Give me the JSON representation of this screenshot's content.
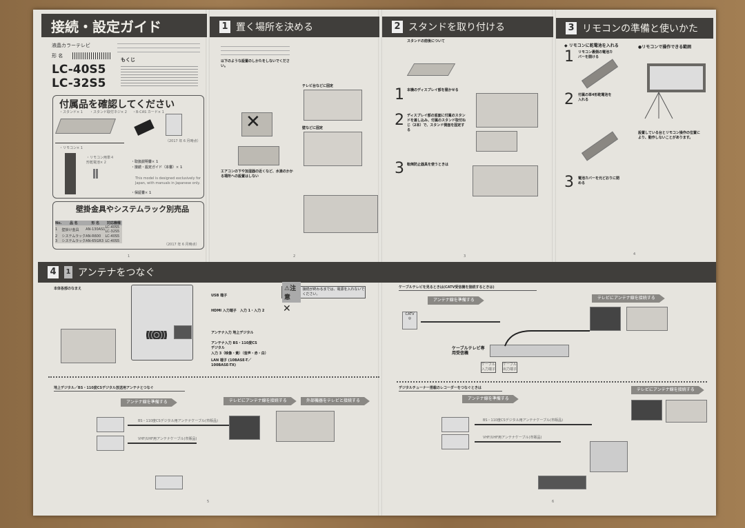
{
  "guide_title": "接続・設定ガイド",
  "product_type": "液晶カラーテレビ",
  "model_label": "形 名",
  "models": [
    "LC-40S5",
    "LC-32S5"
  ],
  "toc_title": "もくじ",
  "accessories": {
    "title": "付属品を確認してください",
    "items": [
      "・スタンド× 1",
      "・スタンド取付ネジ× 2",
      "・B-CAS カード× 1",
      "・リモコン× 1",
      "・リモコン用単４形乾電池× 2",
      "・取扱説明書× 1",
      "・接続・設定ガイド（本書）× 1",
      "・保証書× 1"
    ],
    "date_note": "（2017 年 6 月時点）",
    "english_note": "This model is designed exclusively for Japan, with manuals in Japanese only."
  },
  "options": {
    "title": "壁掛金具やシステムラック別売品",
    "headers": [
      "No.",
      "品 名",
      "形 名",
      "対応機種"
    ],
    "rows": [
      [
        "1",
        "壁掛け金具",
        "AN-130AS1",
        "LC-40S5 LC-32S5"
      ],
      [
        "2",
        "システムラック",
        "AN-R600",
        "LC-40S5"
      ],
      [
        "3",
        "システムラック",
        "AN-65GR3",
        "LC-40S5"
      ]
    ],
    "date": "（2017 年 6 月時点）"
  },
  "sections": [
    {
      "num": "1",
      "title": "置く場所を決める",
      "sub": [
        "以下のような設置のしかたをしないでください。",
        "テレビ台などに固定",
        "壁などに固定",
        "エアコンの下や加湿器の近くなど、水滴のかかる場所への設置はしない"
      ]
    },
    {
      "num": "2",
      "title": "スタンドを取り付ける",
      "sub": [
        "スタンドの前後について",
        "本機のディスプレイ部を寝かせる",
        "ディスプレイ部の底面に付属のスタンドを差し込み、付属のスタンド取付ねじ（2本）で、スタンド側面を固定する",
        "転倒防止器具を使うときは"
      ]
    },
    {
      "num": "3",
      "title": "リモコンの準備と使いかた",
      "sub": [
        "◆ リモコンに乾電池を入れる",
        "リモコン裏側の電池カバーを開ける",
        "付属の単4形乾電池を入れる",
        "電池カバーを元どおりに閉める",
        "●リモコンで操作できる範囲",
        "設置している台とリモコン操作の位置により、動作しないことがあります。"
      ]
    }
  ],
  "page_numbers": [
    "1",
    "2",
    "3",
    "4",
    "5",
    "6"
  ],
  "antenna": {
    "num": "4",
    "subnum": "1",
    "title": "アンテナをつなぐ",
    "rear_title": "本体各部のなまえ",
    "caution": {
      "label": "注意",
      "text": "接続が終わるまでは、電源を入れないでください。"
    },
    "ports": [
      "USB 端子",
      "HDMI 入力端子　入力 1・入力 2",
      "アンテナ入力 地上デジタル",
      "アンテナ入力 BS・110度CS デジタル",
      "入力 3（映像・黄）（音声・赤・白）",
      "LAN 端子 (10BASE-T／100BASE-TX)"
    ],
    "terrestrial_title": "地上デジタル／BS・110度CSデジタル放送用アンテナとつなぐ",
    "catv_title": "ケーブルテレビを見るときは(CATV受信機を接続するときは)",
    "recorder_title": "デジタルチューナー搭載のレコーダーをつなぐときは",
    "steps": [
      "アンテナ線を準備する",
      "テレビにアンテナ線を接続する",
      "外部機器をテレビと接続する"
    ],
    "catv_box": "ケーブルテレビ専用受信機",
    "cable_in": "ケーブル入力端子",
    "cable_out": "ケーブル出力端子",
    "bs_cable": "BS・110度CSデジタル用アンテナケーブル(市販品)",
    "uhf_cable": "VHF/UHF用アンテナケーブル(市販品)",
    "catv_label": "CATV"
  }
}
